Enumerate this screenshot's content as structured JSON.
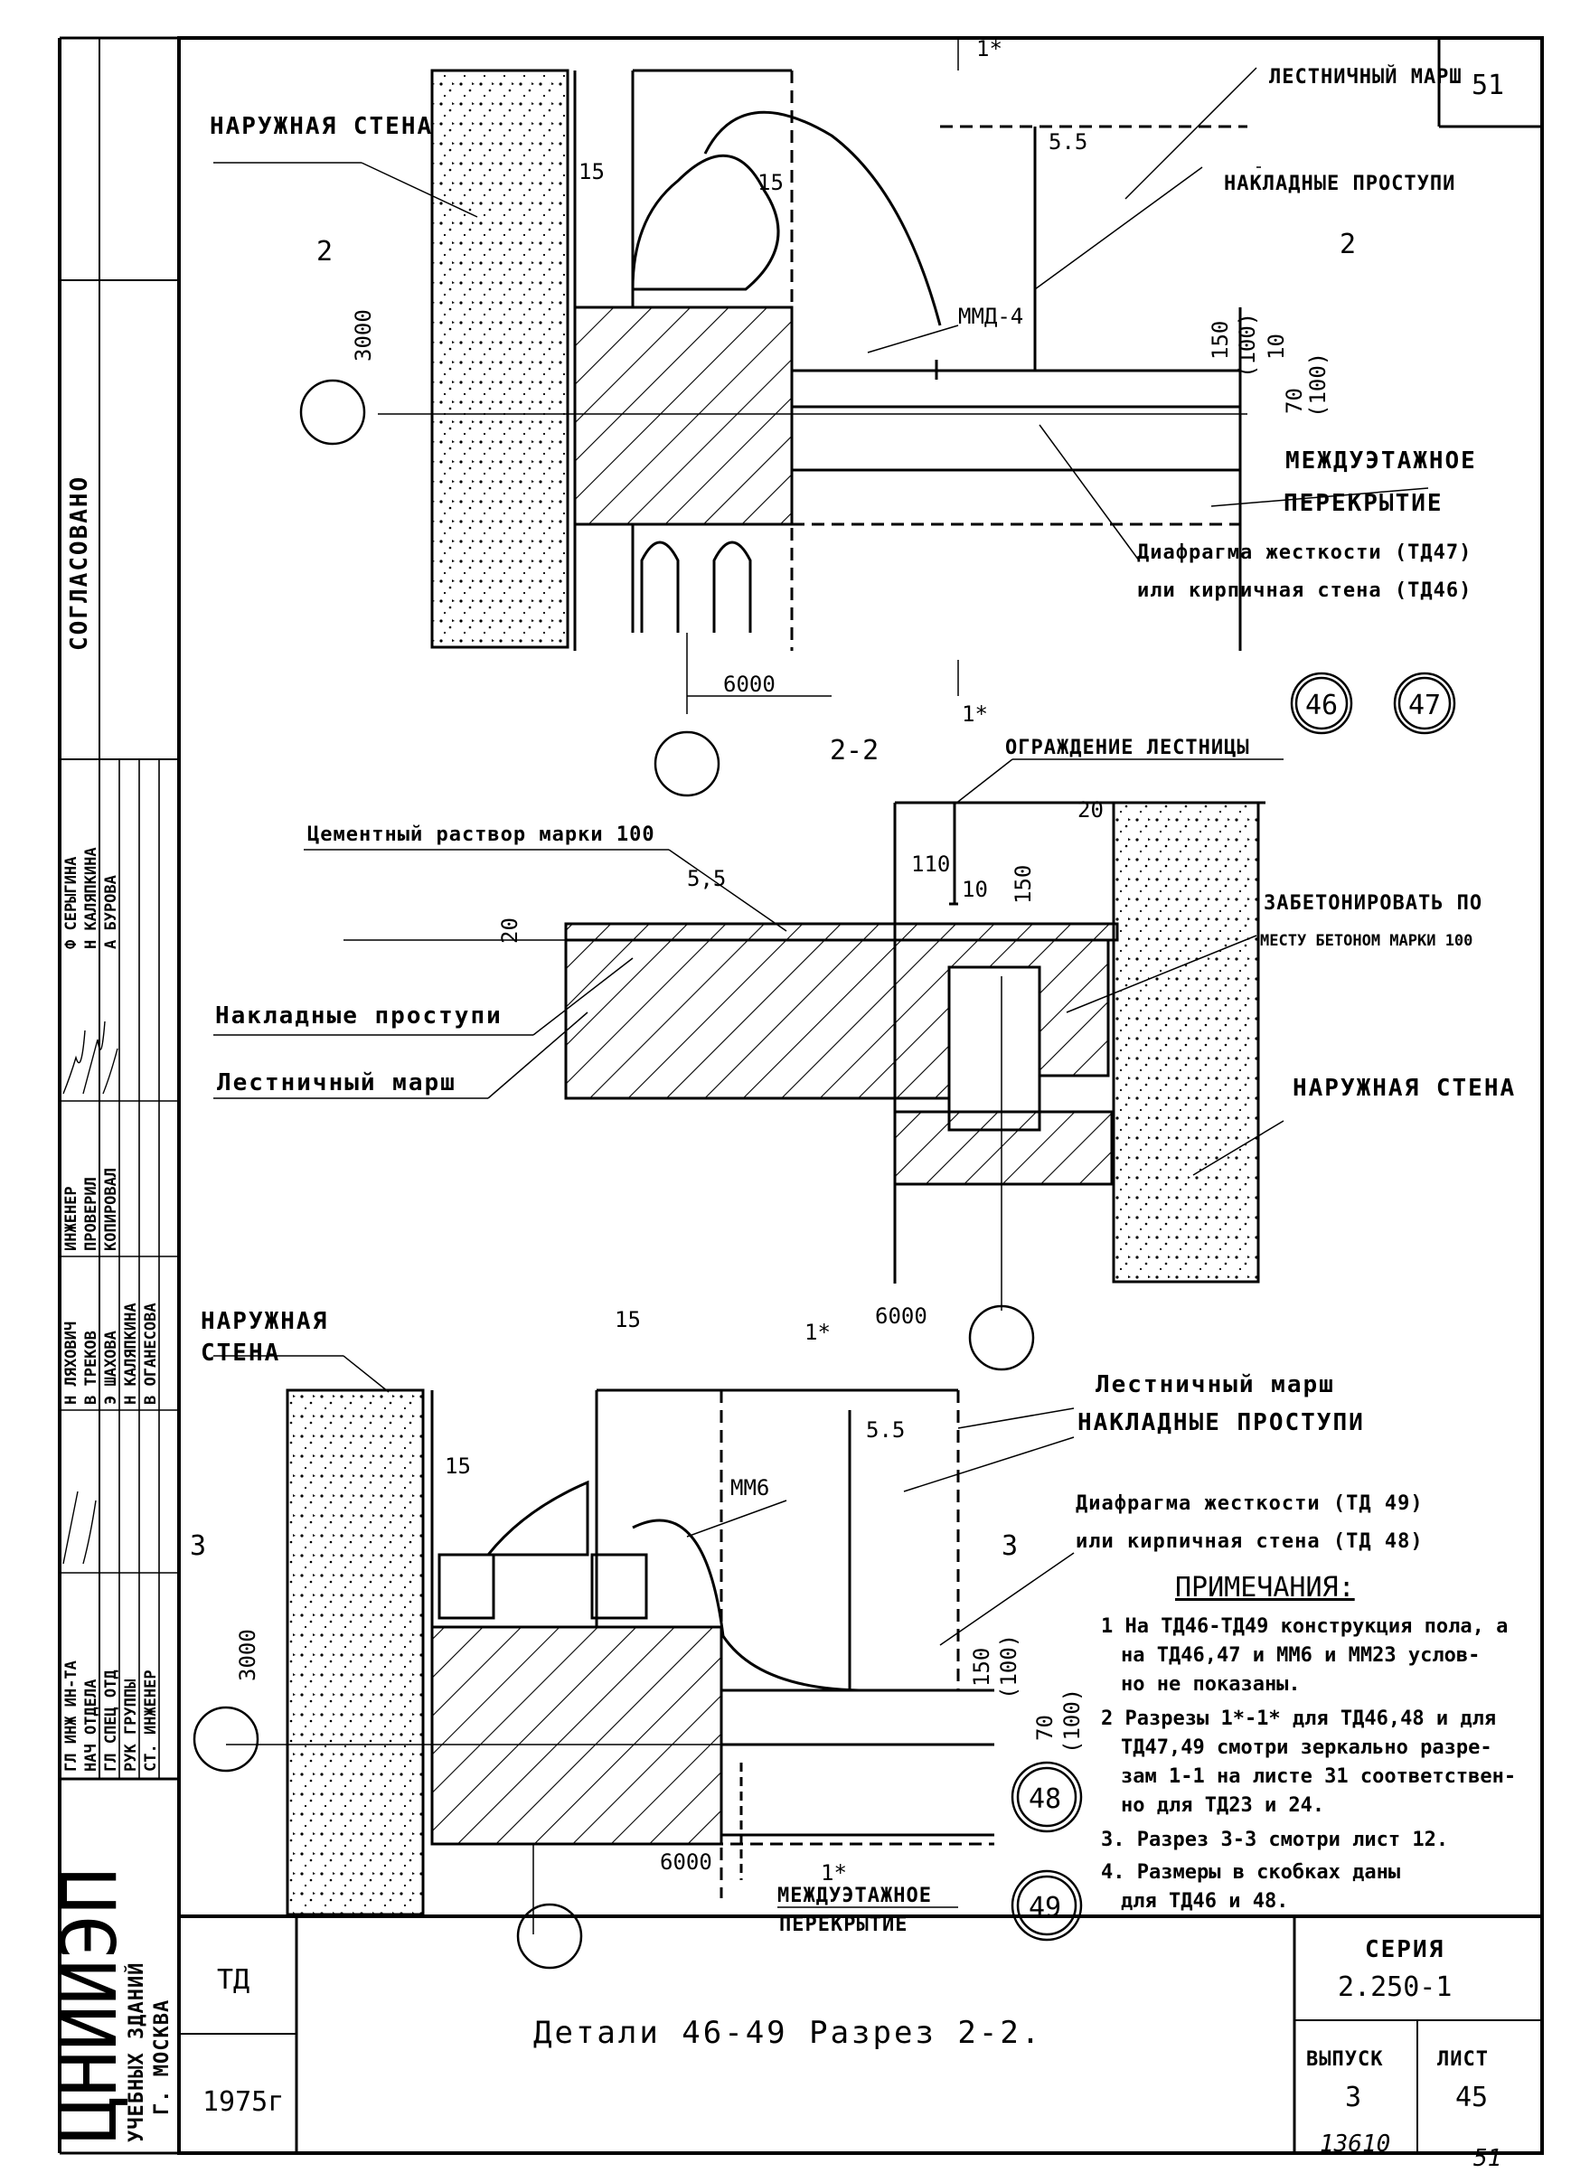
{
  "sheet": {
    "number_top": "51",
    "number_bottom": "51",
    "code": "13610",
    "type": "ТД",
    "year": "1975г",
    "title": "Детали 46-49 Разрез 2-2.",
    "series_label": "СЕРИЯ",
    "series": "2.250-1",
    "issue_label": "ВЫПУСК",
    "issue": "3",
    "list_label": "ЛИСТ",
    "list": "45"
  },
  "org": {
    "logo": "ЦНИИЭП",
    "line1": "УЧЕБНЫХ ЗДАНИЙ",
    "line2": "Г. МОСКВА",
    "agreed": "СОГЛАСОВАНО"
  },
  "stamp_rows": [
    {
      "role": "ГЛ ИНЖ ИН-ТА",
      "name": "Ф СЕРЫГИНА"
    },
    {
      "role": "НАЧ ОТДЕЛА",
      "name": "Н КАЛЯПКИНА"
    },
    {
      "role": "ГЛ СПЕЦ ОТД",
      "name": "А БУРОВА"
    },
    {
      "role": "РУК ГРУППЫ",
      "name": ""
    },
    {
      "role": "СТ. ИНЖЕНЕР",
      "name": ""
    }
  ],
  "stamp_rows2": [
    {
      "role": "ИНЖЕНЕР",
      "name": "Н ЛЯХОВИЧ"
    },
    {
      "role": "ПРОВЕРИЛ",
      "name": "В ТРЕКОВ"
    },
    {
      "role": "КОПИРОВАЛ",
      "name": "Э ШАХОВА"
    },
    {
      "role": "",
      "name": "Н КАЛЯПКИНА"
    },
    {
      "role": "",
      "name": "В ОГАНЕСОВА"
    }
  ],
  "top": {
    "wall": "НАРУЖНАЯ СТЕНА",
    "march": "ЛЕСТНИЧНЫЙ МАРШ",
    "treads": "НАКЛАДНЫЕ ПРОСТУПИ",
    "mmd": "ММД-4",
    "floor1": "МЕЖДУЭТАЖНОЕ",
    "floor2": "ПЕРЕКРЫТИЕ",
    "diaph1": "Диафрагма жесткости (ТД47)",
    "diaph2": "или кирпичная стена (ТД46)",
    "dim_3000": "3000",
    "dim_6000": "6000",
    "dim_15a": "15",
    "dim_15b": "15",
    "dim_55": "5.5",
    "dim_150": "150",
    "dim_100a": "(100)",
    "dim_10": "10",
    "dim_70": "70",
    "dim_100b": "(100)",
    "cut_1": "1*",
    "cut_1b": "1*",
    "cut_2a": "2",
    "cut_2b": "2",
    "node_46": "46",
    "node_47": "47"
  },
  "section": {
    "name": "2-2",
    "railing": "ОГРАЖДЕНИЕ ЛЕСТНИЦЫ",
    "mortar": "Цементный раствор марки 100",
    "concrete1": "ЗАБЕТОНИРОВАТЬ ПО",
    "concrete2": "МЕСТУ БЕТОНОМ МАРКИ 100",
    "treads": "Накладные проступи",
    "march": "Лестничный марш",
    "wall": "НАРУЖНАЯ СТЕНА",
    "dim_20a": "20",
    "dim_20b": "20",
    "dim_55": "5,5",
    "dim_110": "110",
    "dim_10": "10",
    "dim_150": "150",
    "dim_6000": "6000"
  },
  "bottom": {
    "wall1": "НАРУЖНАЯ",
    "wall2": "СТЕНА",
    "march": "Лестничный марш",
    "treads": "НАКЛАДНЫЕ ПРОСТУПИ",
    "mm6": "ММ6",
    "diaph1": "Диафрагма жесткости (ТД 49)",
    "diaph2": "или кирпичная стена (ТД 48)",
    "floor1": "МЕЖДУЭТАЖНОЕ",
    "floor2": "ПЕРЕКРЫТИЕ",
    "dim_15a": "15",
    "dim_15b": "15",
    "dim_55": "5.5",
    "dim_3000": "3000",
    "dim_6000": "6000",
    "dim_150": "150",
    "dim_100a": "(100)",
    "dim_70": "70",
    "dim_100b": "(100)",
    "cut_1": "1*",
    "cut_1b": "1*",
    "cut_3a": "3",
    "cut_3b": "3",
    "node_48": "48",
    "node_49": "49"
  },
  "notes": {
    "heading": "ПРИМЕЧАНИЯ:",
    "n1": "1 На ТД46-ТД49 конструкция пола, а",
    "n1b": "на ТД46,47 и ММ6 и ММ23 услов-",
    "n1c": "но не показаны.",
    "n2": "2 Разрезы 1*-1* для ТД46,48 и для",
    "n2b": "ТД47,49 смотри зеркально разре-",
    "n2c": "зам 1-1 на листе 31 соответствен-",
    "n2d": "но для ТД23 и 24.",
    "n3": "3. Разрез 3-3 смотри лист 12.",
    "n4": "4. Размеры в скобках даны",
    "n4b": "для ТД46 и 48."
  }
}
